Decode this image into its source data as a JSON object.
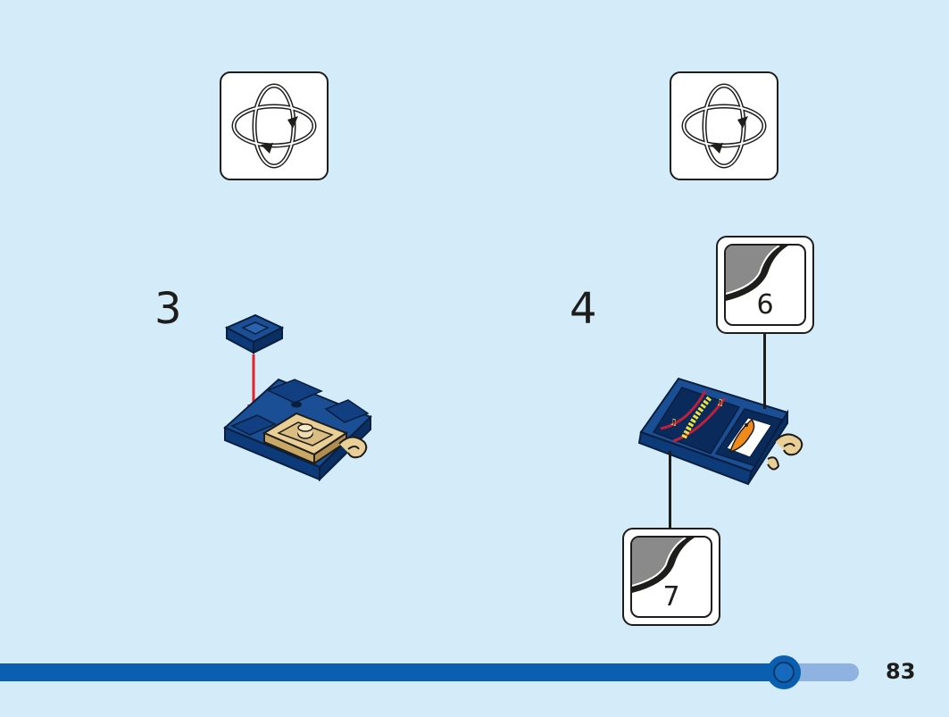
{
  "steps": [
    {
      "number": "3"
    },
    {
      "number": "4"
    }
  ],
  "rotate_icons": [
    "rotate-model-icon",
    "rotate-model-icon"
  ],
  "stickers": [
    {
      "number": "6"
    },
    {
      "number": "7"
    }
  ],
  "progress": {
    "fraction": 0.83
  },
  "page_number": "83",
  "colors": {
    "background": "#d4ebfa",
    "brick_dark_blue": "#0d3a78",
    "brick_tan": "#e9cf96",
    "arrow_red": "#e2232a",
    "progress_fill": "#0a5fb0",
    "progress_track": "#8fb3e0"
  }
}
